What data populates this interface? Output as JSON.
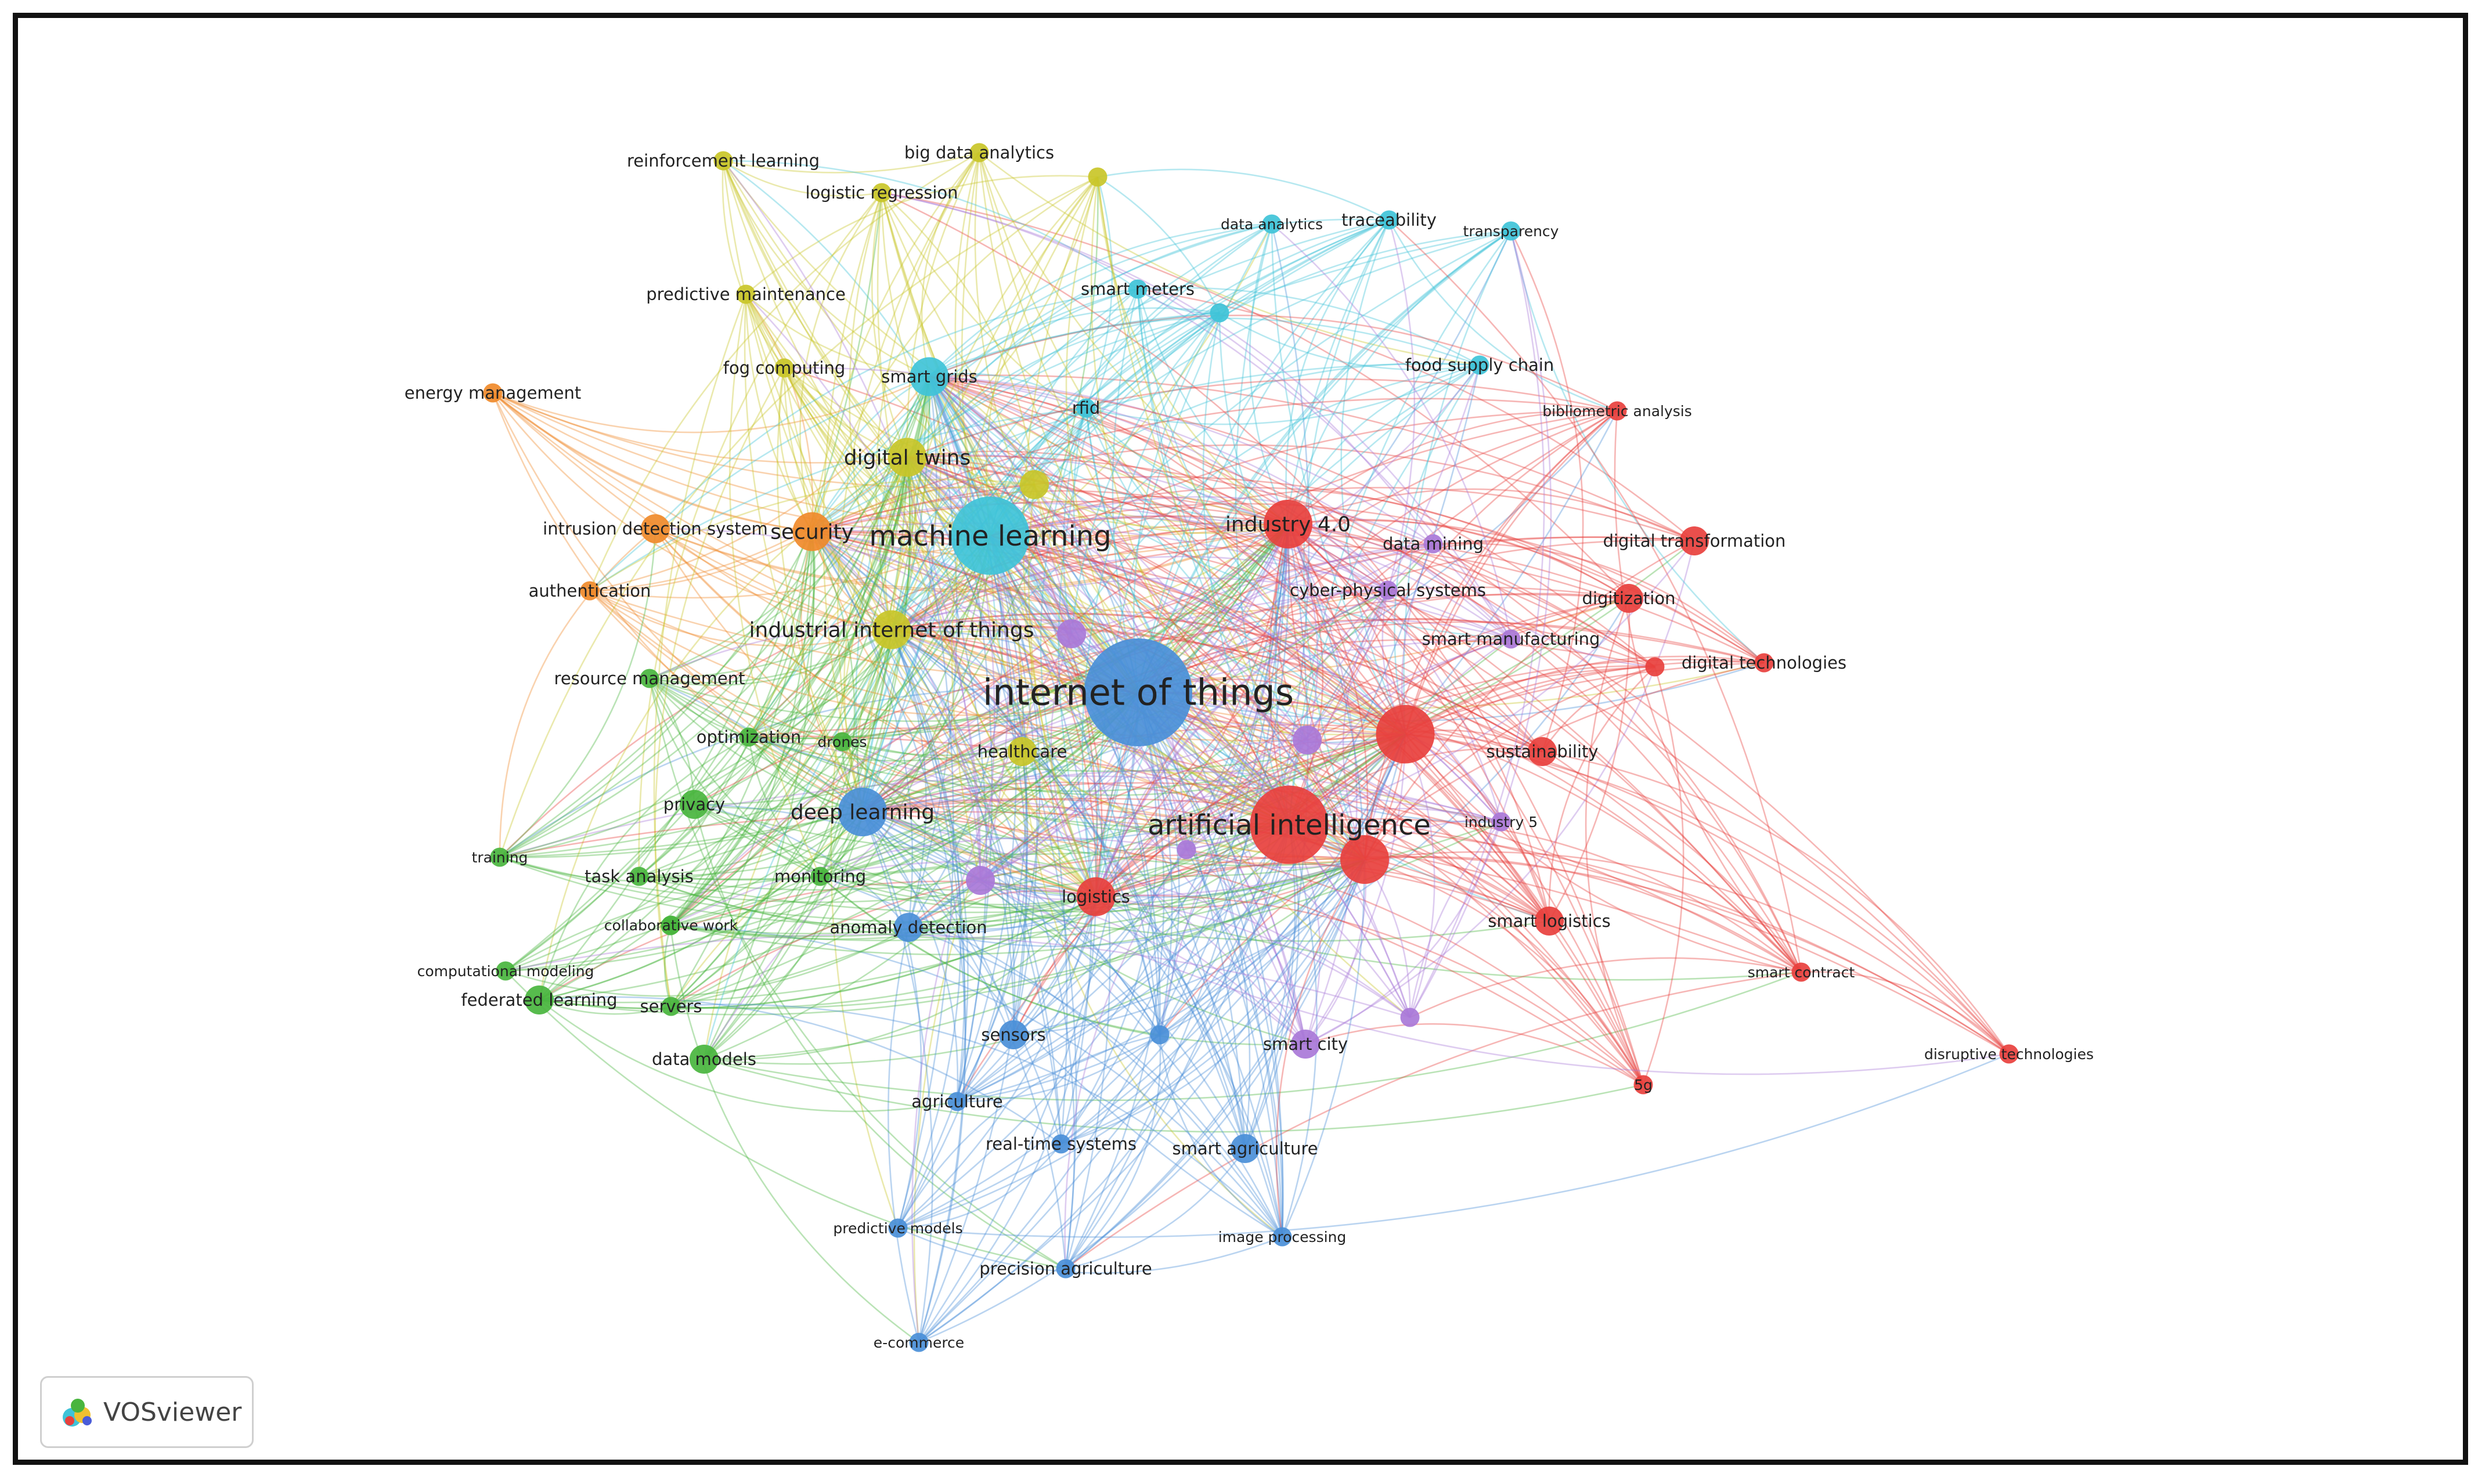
{
  "logo": {
    "text": "VOSviewer"
  },
  "clusters": {
    "red": "#e8403d",
    "cyan": "#3fc3d8",
    "yellow": "#c9c628",
    "orange": "#f08a2a",
    "green": "#49b53e",
    "blue": "#4a8fd8",
    "purple": "#a978d8"
  },
  "nodes": [
    {
      "label": "internet of things",
      "cluster": "blue",
      "weight": 10,
      "font": "huge"
    },
    {
      "label": "machine learning",
      "cluster": "cyan",
      "weight": 7,
      "font": "large"
    },
    {
      "label": "artificial intelligence",
      "cluster": "red",
      "weight": 7,
      "font": "large"
    },
    {
      "label": "industry 4.0",
      "cluster": "red",
      "weight": 4,
      "font": "medium"
    },
    {
      "label": "deep learning",
      "cluster": "blue",
      "weight": 4,
      "font": "medium"
    },
    {
      "label": "industrial internet of things",
      "cluster": "yellow",
      "weight": 3,
      "font": "medium"
    },
    {
      "label": "digital twins",
      "cluster": "yellow",
      "weight": 3,
      "font": "medium"
    },
    {
      "label": "security",
      "cluster": "orange",
      "weight": 3,
      "font": "medium"
    },
    {
      "label": "smart grids",
      "cluster": "cyan",
      "weight": 3,
      "font": "normal"
    },
    {
      "label": "logistics",
      "cluster": "red",
      "weight": 3,
      "font": "normal"
    },
    {
      "label": "sustainability",
      "cluster": "red",
      "weight": 2,
      "font": "normal"
    },
    {
      "label": "digitization",
      "cluster": "red",
      "weight": 2,
      "font": "normal"
    },
    {
      "label": "digital transformation",
      "cluster": "red",
      "weight": 2,
      "font": "normal"
    },
    {
      "label": "smart city",
      "cluster": "purple",
      "weight": 2,
      "font": "normal"
    },
    {
      "label": "anomaly detection",
      "cluster": "blue",
      "weight": 2,
      "font": "normal"
    },
    {
      "label": "sensors",
      "cluster": "blue",
      "weight": 2,
      "font": "normal"
    },
    {
      "label": "data models",
      "cluster": "green",
      "weight": 2,
      "font": "normal"
    },
    {
      "label": "federated learning",
      "cluster": "green",
      "weight": 2,
      "font": "normal"
    },
    {
      "label": "privacy",
      "cluster": "green",
      "weight": 2,
      "font": "normal"
    },
    {
      "label": "intrusion detection system",
      "cluster": "orange",
      "weight": 2,
      "font": "normal"
    },
    {
      "label": "healthcare",
      "cluster": "yellow",
      "weight": 2,
      "font": "normal"
    },
    {
      "label": "smart logistics",
      "cluster": "red",
      "weight": 2,
      "font": "normal"
    },
    {
      "label": "smart agriculture",
      "cluster": "blue",
      "weight": 2,
      "font": "normal"
    },
    {
      "label": "precision agriculture",
      "cluster": "blue",
      "weight": 1,
      "font": "normal"
    },
    {
      "label": "real-time systems",
      "cluster": "blue",
      "weight": 1,
      "font": "normal"
    },
    {
      "label": "agriculture",
      "cluster": "blue",
      "weight": 1,
      "font": "normal"
    },
    {
      "label": "monitoring",
      "cluster": "green",
      "weight": 1,
      "font": "normal"
    },
    {
      "label": "task analysis",
      "cluster": "green",
      "weight": 1,
      "font": "normal"
    },
    {
      "label": "servers",
      "cluster": "green",
      "weight": 1,
      "font": "normal"
    },
    {
      "label": "optimization",
      "cluster": "green",
      "weight": 1,
      "font": "normal"
    },
    {
      "label": "drones",
      "cluster": "green",
      "weight": 1,
      "font": "small"
    },
    {
      "label": "resource management",
      "cluster": "green",
      "weight": 1,
      "font": "normal"
    },
    {
      "label": "authentication",
      "cluster": "orange",
      "weight": 1,
      "font": "normal"
    },
    {
      "label": "energy management",
      "cluster": "orange",
      "weight": 1,
      "font": "normal"
    },
    {
      "label": "fog computing",
      "cluster": "yellow",
      "weight": 1,
      "font": "normal"
    },
    {
      "label": "predictive maintenance",
      "cluster": "yellow",
      "weight": 1,
      "font": "normal"
    },
    {
      "label": "logistic regression",
      "cluster": "yellow",
      "weight": 1,
      "font": "normal"
    },
    {
      "label": "reinforcement learning",
      "cluster": "yellow",
      "weight": 1,
      "font": "normal"
    },
    {
      "label": "big data analytics",
      "cluster": "yellow",
      "weight": 1,
      "font": "normal"
    },
    {
      "label": "smart meters",
      "cluster": "cyan",
      "weight": 1,
      "font": "normal"
    },
    {
      "label": "rfid",
      "cluster": "cyan",
      "weight": 1,
      "font": "normal"
    },
    {
      "label": "data analytics",
      "cluster": "cyan",
      "weight": 1,
      "font": "small"
    },
    {
      "label": "traceability",
      "cluster": "cyan",
      "weight": 1,
      "font": "normal"
    },
    {
      "label": "transparency",
      "cluster": "cyan",
      "weight": 1,
      "font": "small"
    },
    {
      "label": "food supply chain",
      "cluster": "cyan",
      "weight": 1,
      "font": "normal"
    },
    {
      "label": "bibliometric analysis",
      "cluster": "red",
      "weight": 1,
      "font": "small"
    },
    {
      "label": "data mining",
      "cluster": "purple",
      "weight": 1,
      "font": "normal"
    },
    {
      "label": "cyber-physical systems",
      "cluster": "purple",
      "weight": 1,
      "font": "normal"
    },
    {
      "label": "smart manufacturing",
      "cluster": "purple",
      "weight": 1,
      "font": "normal"
    },
    {
      "label": "digital technologies",
      "cluster": "red",
      "weight": 1,
      "font": "normal"
    },
    {
      "label": "industry 5",
      "cluster": "purple",
      "weight": 1,
      "font": "small"
    },
    {
      "label": "smart contract",
      "cluster": "red",
      "weight": 1,
      "font": "small"
    },
    {
      "label": "disruptive technologies",
      "cluster": "red",
      "weight": 1,
      "font": "small"
    },
    {
      "label": "5g",
      "cluster": "red",
      "weight": 1,
      "font": "small"
    },
    {
      "label": "image processing",
      "cluster": "blue",
      "weight": 1,
      "font": "small"
    },
    {
      "label": "predictive models",
      "cluster": "blue",
      "weight": 1,
      "font": "small"
    },
    {
      "label": "e-commerce",
      "cluster": "blue",
      "weight": 1,
      "font": "small"
    },
    {
      "label": "computational modeling",
      "cluster": "green",
      "weight": 1,
      "font": "small"
    },
    {
      "label": "collaborative work",
      "cluster": "green",
      "weight": 1,
      "font": "small"
    },
    {
      "label": "training",
      "cluster": "green",
      "weight": 1,
      "font": "small"
    }
  ],
  "unlabeled_nodes": [
    {
      "cluster": "red",
      "weight": 5
    },
    {
      "cluster": "red",
      "weight": 4
    },
    {
      "cluster": "red",
      "weight": 1
    },
    {
      "cluster": "purple",
      "weight": 2
    },
    {
      "cluster": "purple",
      "weight": 2
    },
    {
      "cluster": "purple",
      "weight": 2
    },
    {
      "cluster": "purple",
      "weight": 1
    },
    {
      "cluster": "purple",
      "weight": 1
    },
    {
      "cluster": "yellow",
      "weight": 2
    },
    {
      "cluster": "yellow",
      "weight": 1
    },
    {
      "cluster": "cyan",
      "weight": 1
    },
    {
      "cluster": "blue",
      "weight": 1
    },
    {
      "cluster": "green",
      "weight": 1
    }
  ]
}
